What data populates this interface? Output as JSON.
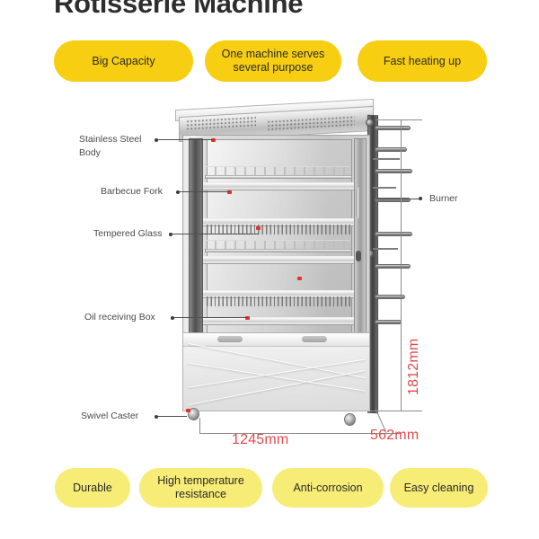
{
  "header": {
    "title": "Rotisserie Machine"
  },
  "top_features": [
    {
      "label": "Big Capacity"
    },
    {
      "label": "One machine serves several purpose"
    },
    {
      "label": "Fast heating up"
    }
  ],
  "bottom_features": [
    {
      "label": "Durable"
    },
    {
      "label": "High temperature resistance"
    },
    {
      "label": "Anti-corrosion"
    },
    {
      "label": "Easy cleaning"
    }
  ],
  "callouts_left": [
    {
      "label": "Stainless Steel Body",
      "line1": "Stainless Steel",
      "line2": "Body"
    },
    {
      "label": "Barbecue Fork",
      "line1": "Barbecue Fork",
      "line2": ""
    },
    {
      "label": "Tempered Glass",
      "line1": "Tempered Glass",
      "line2": ""
    },
    {
      "label": "Oil receiving Box",
      "line1": "Oil receiving Box",
      "line2": ""
    },
    {
      "label": "Swivel Caster",
      "line1": "Swivel Caster",
      "line2": ""
    }
  ],
  "callouts_right": [
    {
      "label": "Burner"
    }
  ],
  "dimensions": {
    "height": "1812mm",
    "width": "1245mm",
    "depth": "562mm"
  },
  "colors": {
    "pill_top": "#f7ce11",
    "pill_bottom": "#f7ec75",
    "dimension_text": "#e04a4a",
    "title_text": "#2e2e2e",
    "callout_text": "#4a4a4a"
  }
}
